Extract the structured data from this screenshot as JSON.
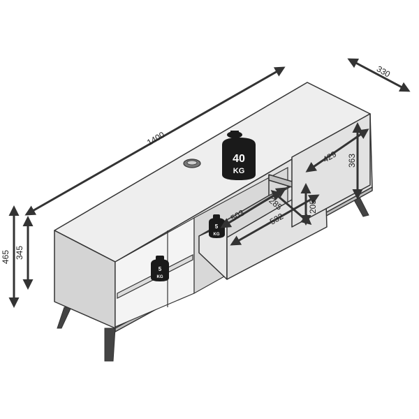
{
  "dimensions": {
    "width": "1400",
    "depth": "330",
    "total_height": "465",
    "body_height": "345",
    "door_width": "429",
    "door_height": "363",
    "drawer_width": "532",
    "drawer_depth": "503",
    "drawer_inner_depth": "285",
    "drawer_height": "205"
  },
  "weights": {
    "top": {
      "value": "40",
      "unit": "KG"
    },
    "shelf": {
      "value": "5",
      "unit": "KG"
    },
    "drawer": {
      "value": "5",
      "unit": "KG"
    }
  },
  "colors": {
    "line": "#333333",
    "top_face": "#eeeeee",
    "front_face": "#e2e2e2",
    "side_face": "#d4d4d4",
    "inner": "#c8c8c8",
    "weight": "#1a1a1a"
  }
}
